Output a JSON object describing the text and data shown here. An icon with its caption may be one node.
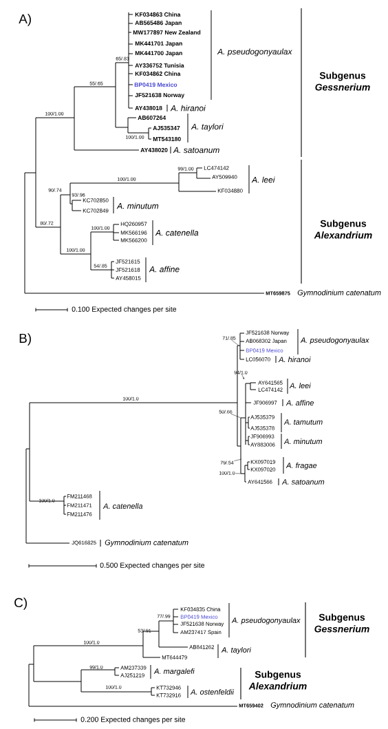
{
  "diagram": {
    "nodes": [
      {
        "text": [
          "71/.85"
        ]
      },
      {
        "text": [
          "94/1.0"
        ]
      },
      {
        "text": [
          "50/.66"
        ]
      },
      {
        "text": [
          "79/.54"
        ]
      },
      {
        "text": [
          "100/1.0"
        ]
      }
    ],
    "edges": [
      {
        "from": 0,
        "to": null,
        "arrow": "none"
      },
      {
        "from": 1,
        "to": null,
        "arrow": "to"
      },
      {
        "from": 2,
        "to": null,
        "arrow": "none"
      },
      {
        "from": 3,
        "to": null,
        "arrow": "none"
      },
      {
        "from": 4,
        "to": null,
        "arrow": "none"
      }
    ],
    "labels": [
      "A)",
      "KF034863 China",
      "AB565486 Japan",
      "MW177897 New Zealand",
      "MK441701 Japan",
      "MK441700 Japan",
      "A. pseudogonyaulax",
      "Subgenus *Gessnerium*",
      "65/.83",
      "AY336752 Tunisia",
      "KF034862 China",
      "55/.65",
      "BP0419 Mexico",
      "JF521638 Norway",
      "AY438018",
      "A. hiranoi",
      "100/1.00",
      "AB607264",
      "AJ535347",
      "A. taylori",
      "100/1.00",
      "MT543180",
      "AY438020",
      "A. satoanum",
      "99/1.00",
      "LC474142",
      "AY509940",
      "A. leei",
      "100/1.00",
      "90/.74",
      "KF034880",
      "93/.96",
      "KC702850",
      "A. minutum",
      "KC702849",
      "80/.72",
      "HQ260957",
      "100/1.00",
      "MK566196",
      "A. catenella",
      "Subgenus *Alexandrium*",
      "MK566200",
      "100/1.00",
      "JF521615",
      "54/.85",
      "JF521618",
      "A. affine",
      "AY458015",
      "MT659875",
      "Gymnodinium catenatum",
      "0.100 Expected changes per site",
      "B)",
      "JF521638 Norway",
      "AB068302 Japan",
      "A. pseudogonyaulax",
      "BP0419 Mexico",
      "LC056070",
      "A. hiranoi",
      "AY641565",
      "A. leei",
      "LC474142",
      "100/1.0",
      "JF906997",
      "A. affine",
      "AJ535379",
      "A. tamutum",
      "AJ535378",
      "JF906993",
      "A. minutum",
      "AY883006",
      "KX097019",
      "A. fragae",
      "KX097020",
      "AY641566",
      "A. satoanum",
      "FM211468",
      "100/1.0",
      "FM211471",
      "A. catenella",
      "FM211476",
      "JQ616825",
      "Gymnodinium catenatum",
      "0.500 Expected changes per site",
      "C)",
      "KF034835 China",
      "77/.99",
      "BP0419 Mexico",
      "A. pseudogonyaulax",
      "Subgenus *Gessnerium*",
      "JF521638 Norway",
      "53/.91",
      "AM237417 Spain",
      "100/1.0",
      "AB841262",
      "A. taylori",
      "MT644479",
      "99/1.0",
      "AM237339",
      "A. margalefi",
      "AJ251219",
      "Subgenus *Alexandrium*",
      "100/1.0",
      "KT732946",
      "A. ostenfeldii",
      "KT732916",
      "MT659402",
      "Gymnodinium catenatum",
      "0.200 Expected changes per site"
    ]
  }
}
